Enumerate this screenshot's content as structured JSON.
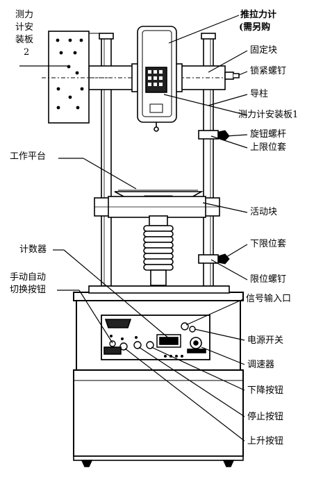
{
  "labels": {
    "force_gauge": "推拉力计",
    "force_gauge_note": "(需另购",
    "mount_plate_2_line1": "测力",
    "mount_plate_2_line2": "计安",
    "mount_plate_2_line3": "装板",
    "mount_plate_2_line4": "2",
    "fixed_block": "固定块",
    "lock_screw": "锁紧螺钉",
    "guide_column": "导柱",
    "mount_plate_1": "测力计安装板1",
    "knob_screw": "旋钮螺杆",
    "upper_limit_sleeve": "上限位套",
    "work_platform": "工作平台",
    "moving_block": "活动块",
    "lower_limit_sleeve": "下限位套",
    "counter": "计数器",
    "limit_screw": "限位螺钉",
    "manual_auto_switch_line1": "手动自动",
    "manual_auto_switch_line2": "切换按钮",
    "signal_input": "信号输入口",
    "power_switch": "电源开关",
    "speed_regulator": "调速器",
    "down_button": "下降按钮",
    "stop_button": "停止按钮",
    "up_button": "上升按钮"
  }
}
